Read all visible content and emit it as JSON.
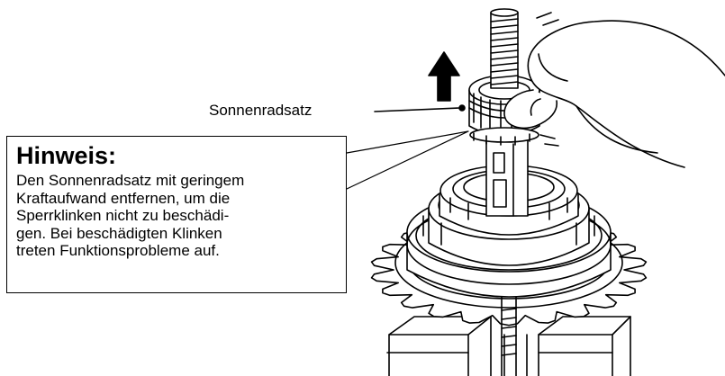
{
  "callout": {
    "label": "Sonnenradsatz"
  },
  "note": {
    "title": "Hinweis:",
    "lines": [
      "Den Sonnenradsatz mit geringem",
      "Kraftaufwand entfernen, um die",
      "Sperrklinken nicht zu beschädi-",
      "gen. Bei beschädigten Klinken",
      "treten Funktionsprobleme auf."
    ]
  },
  "figure": {
    "shows": [
      "hub-assembly",
      "vise",
      "sprocket",
      "sun-gear-set",
      "axle",
      "hand",
      "up-arrow"
    ]
  }
}
